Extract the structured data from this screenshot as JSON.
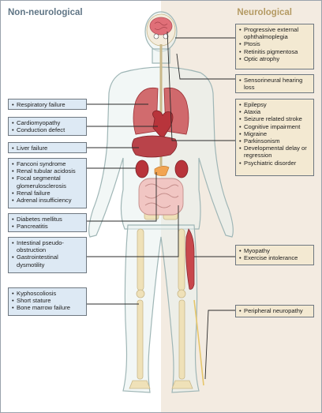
{
  "headings": {
    "left": "Non-neurological",
    "right": "Neurological"
  },
  "colors": {
    "left_heading": "#5f7585",
    "right_heading": "#b49a63",
    "left_box_fill": "#dde9f4",
    "right_box_fill": "#f3e9d2",
    "connector": "#2b2b2b",
    "organ_red": "#c8474c",
    "bone": "#efe1b8",
    "body_outline": "#9fb6b6"
  },
  "left_boxes": [
    {
      "name": "respiratory",
      "items": [
        "Respiratory failure"
      ]
    },
    {
      "name": "cardiac",
      "items": [
        "Cardiomyopathy",
        "Conduction defect"
      ]
    },
    {
      "name": "liver",
      "items": [
        "Liver failure"
      ]
    },
    {
      "name": "renal",
      "items": [
        "Fanconi syndrome",
        "Renal tubular acidosis",
        "Focal segmental glomerulosclerosis",
        "Renal failure",
        "Adrenal insufficiency"
      ]
    },
    {
      "name": "pancreas",
      "items": [
        "Diabetes mellitus",
        "Pancreatitis"
      ]
    },
    {
      "name": "gastrointestinal",
      "items": [
        "Intestinal pseudo-obstruction",
        "Gastrointestinal dysmotility"
      ]
    },
    {
      "name": "skeletal",
      "items": [
        "Kyphoscoliosis",
        "Short stature",
        "Bone marrow failure"
      ]
    }
  ],
  "right_boxes": [
    {
      "name": "eye",
      "items": [
        "Progressive external ophthalmoplegia",
        "Ptosis",
        "Retinitis pigmentosa",
        "Optic atrophy"
      ]
    },
    {
      "name": "hearing",
      "items": [
        "Sensorineural hearing loss"
      ]
    },
    {
      "name": "brain",
      "items": [
        "Epilepsy",
        "Ataxia",
        "Seizure related stroke",
        "Cognitive impairment",
        "Migraine",
        "Parkinsonism",
        "Developmental delay or regression",
        "Psychiatric disorder"
      ]
    },
    {
      "name": "muscle",
      "items": [
        "Myopathy",
        "Exercise intolerance"
      ]
    },
    {
      "name": "nerve",
      "items": [
        "Peripheral neuropathy"
      ]
    }
  ]
}
